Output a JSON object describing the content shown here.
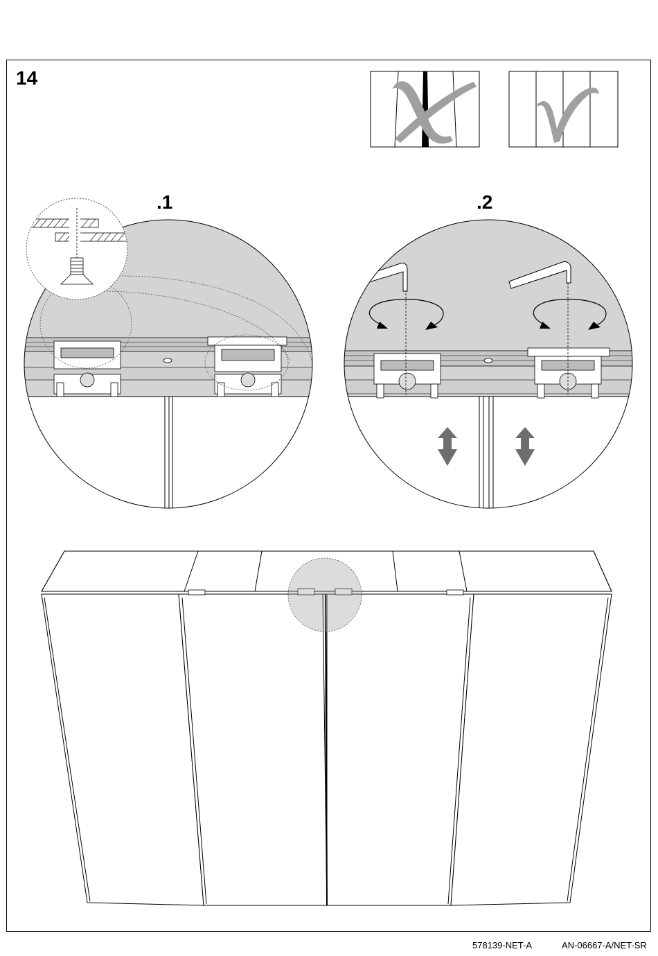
{
  "step": {
    "number": "14"
  },
  "substeps": [
    {
      "label": ".1"
    },
    {
      "label": ".2"
    }
  ],
  "comparison": {
    "wrong_icon": "x-mark-icon",
    "correct_icon": "checkmark-icon"
  },
  "adjust_icon": "double-arrow-icon",
  "tool_icon": "allen-key-icon",
  "colors": {
    "line": "#000000",
    "shade": "#d4d4d4",
    "mark": "#a0a0a0",
    "arrow": "#6e6e6e"
  },
  "footer": {
    "left_code": "578139-NET-A",
    "right_code": "AN-06667-A/NET-SR"
  }
}
